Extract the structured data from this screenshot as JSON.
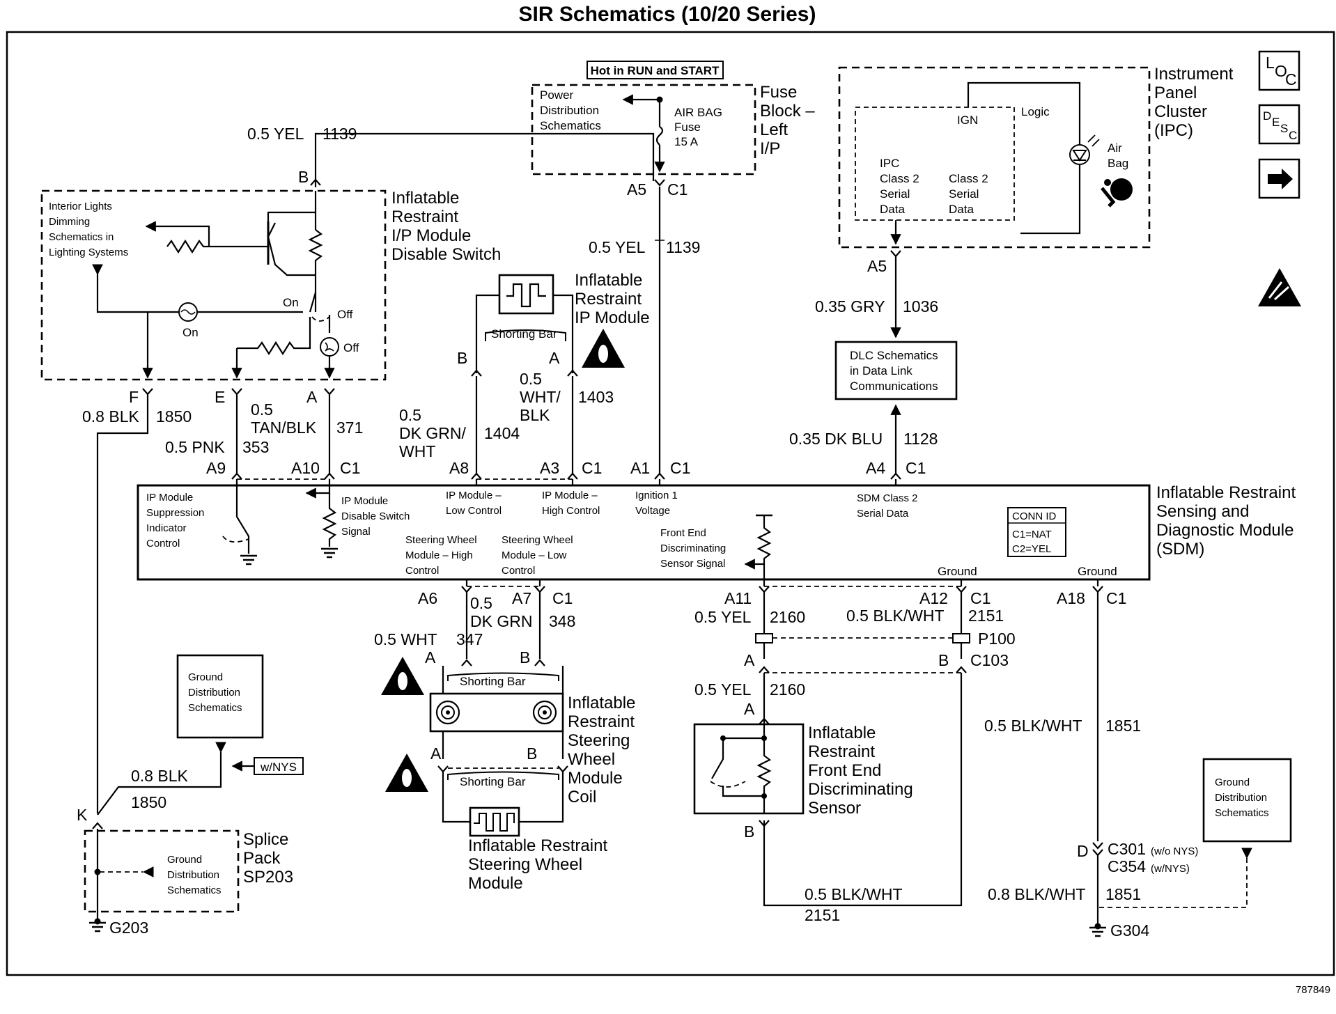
{
  "title": "SIR Schematics (10/20 Series)",
  "figure_id": "787849",
  "side_icons": {
    "loc": [
      "L",
      "O",
      "C"
    ],
    "desc": [
      "D",
      "E",
      "S",
      "C"
    ],
    "next": "arrow-right-icon",
    "esd": "esd-warning-icon"
  },
  "hot_label": "Hot in RUN and START",
  "fuse_block": {
    "name": [
      "Fuse",
      "Block –",
      "Left",
      "I/P"
    ],
    "power": [
      "Power",
      "Distribution",
      "Schematics"
    ],
    "fuse": [
      "AIR BAG",
      "Fuse",
      "15 A"
    ],
    "conn_pin": "A5",
    "conn_id": "C1"
  },
  "ipc": {
    "name": [
      "Instrument",
      "Panel",
      "Cluster",
      "(IPC)"
    ],
    "ign": "IGN",
    "logic": "Logic",
    "ipc_data": [
      "IPC",
      "Class 2",
      "Serial",
      "Data"
    ],
    "class2_data": [
      "Class 2",
      "Serial",
      "Data"
    ],
    "airbag": [
      "Air",
      "Bag"
    ],
    "pin": "A5"
  },
  "wires": {
    "w1139_top": {
      "size": "0.5 YEL",
      "circuit": "1139"
    },
    "w1139_mid": {
      "size": "0.5 YEL",
      "circuit": "1139"
    },
    "w1036": {
      "size": "0.35 GRY",
      "circuit": "1036"
    },
    "w1128": {
      "size": "0.35 DK BLU",
      "circuit": "1128"
    },
    "w1850_f": {
      "size": "0.8 BLK",
      "circuit": "1850"
    },
    "w353": {
      "size": "0.5 PNK",
      "circuit": "353"
    },
    "w371": {
      "size": [
        "0.5",
        "TAN/BLK"
      ],
      "circuit": "371"
    },
    "w1404": {
      "size": [
        "0.5",
        "DK GRN/",
        "WHT"
      ],
      "circuit": "1404"
    },
    "w1403": {
      "size": [
        "0.5",
        "WHT/",
        "BLK"
      ],
      "circuit": "1403"
    },
    "w347": {
      "size": "0.5 WHT",
      "circuit": "347"
    },
    "w348": {
      "size": [
        "0.5",
        "DK GRN"
      ],
      "circuit": "348"
    },
    "w2160_a": {
      "size": "0.5 YEL",
      "circuit": "2160"
    },
    "w2160_b": {
      "size": "0.5 YEL",
      "circuit": "2160"
    },
    "w2151_a": {
      "size": "0.5 BLK/WHT",
      "circuit": "2151"
    },
    "w2151_b": {
      "size": "0.5 BLK/WHT",
      "circuit": "2151"
    },
    "w1851_a": {
      "size": "0.5 BLK/WHT",
      "circuit": "1851"
    },
    "w1851_b": {
      "size": "0.8 BLK/WHT",
      "circuit": "1851"
    },
    "w1850_k": {
      "size": "0.8 BLK",
      "circuit": "1850"
    }
  },
  "disable_switch": {
    "name": [
      "Inflatable",
      "Restraint",
      "I/P Module",
      "Disable Switch"
    ],
    "dimming": [
      "Interior Lights",
      "Dimming",
      "Schematics in",
      "Lighting Systems"
    ],
    "on1": "On",
    "on2": "On",
    "off1": "Off",
    "off2": "Off",
    "pins": {
      "b": "B",
      "f": "F",
      "e": "E",
      "a": "A"
    }
  },
  "ip_module": {
    "name": [
      "Inflatable",
      "Restraint",
      "IP Module"
    ],
    "shorting_bar": "Shorting Bar",
    "pins": {
      "b": "B",
      "a": "A"
    }
  },
  "dlc": [
    "DLC Schematics",
    "in Data Link",
    "Communications"
  ],
  "sdm": {
    "name": [
      "Inflatable Restraint",
      "Sensing and",
      "Diagnostic Module",
      "(SDM)"
    ],
    "labels": {
      "supp": [
        "IP Module",
        "Suppression",
        "Indicator",
        "Control"
      ],
      "disable": [
        "IP Module",
        "Disable Switch",
        "Signal"
      ],
      "low": [
        "IP Module –",
        "Low Control"
      ],
      "high": [
        "IP Module –",
        "High Control"
      ],
      "ign": [
        "Ignition 1",
        "Voltage"
      ],
      "class2": [
        "SDM Class 2",
        "Serial Data"
      ],
      "sw_high": [
        "Steering Wheel",
        "Module – High",
        "Control"
      ],
      "sw_low": [
        "Steering Wheel",
        "Module – Low",
        "Control"
      ],
      "fe": [
        "Front End",
        "Discriminating",
        "Sensor Signal"
      ],
      "ground1": "Ground",
      "ground2": "Ground"
    },
    "conn": [
      "CONN ID",
      "C1=NAT",
      "C2=YEL"
    ],
    "top_pins": [
      "A9",
      "A10",
      "C1",
      "A8",
      "A3",
      "C1",
      "A1",
      "C1",
      "A4",
      "C1"
    ],
    "bottom_pins": [
      "A6",
      "A7",
      "C1",
      "A11",
      "A12",
      "C1",
      "A18",
      "C1"
    ]
  },
  "coil": {
    "name": [
      "Inflatable",
      "Restraint",
      "Steering",
      "Wheel",
      "Module",
      "Coil"
    ],
    "shorting_bar": "Shorting Bar",
    "pins": [
      "A",
      "B",
      "A",
      "B"
    ]
  },
  "sw_module": {
    "name": [
      "Inflatable Restraint",
      "Steering Wheel",
      "Module"
    ],
    "shorting_bar": "Shorting Bar"
  },
  "front_sensor": {
    "name": [
      "Inflatable",
      "Restraint",
      "Front End",
      "Discriminating",
      "Sensor"
    ],
    "pins": {
      "a1": "A",
      "b1": "B",
      "a2": "A",
      "b2": "B"
    },
    "p100": "P100",
    "c103": "C103"
  },
  "grounds": {
    "gds1": [
      "Ground",
      "Distribution",
      "Schematics"
    ],
    "gds2": [
      "Ground",
      "Distribution",
      "Schematics"
    ],
    "gds3": [
      "Ground",
      "Distribution",
      "Schematics"
    ],
    "wnys": "w/NYS",
    "k": "K",
    "splice": [
      "Splice",
      "Pack",
      "SP203"
    ],
    "g203": "G203",
    "g304": "G304",
    "d": "D",
    "c301": "C301",
    "c301_note": "(w/o NYS)",
    "c354": "C354",
    "c354_note": "(w/NYS)"
  }
}
